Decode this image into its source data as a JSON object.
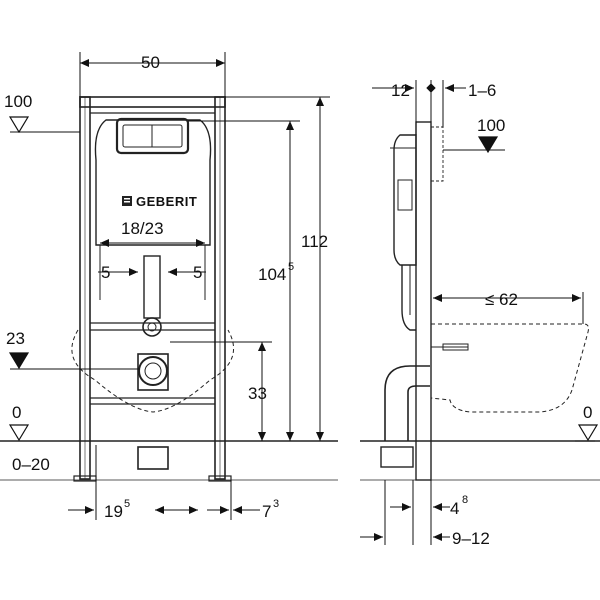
{
  "dimensions": {
    "frame_width": "50",
    "height_112": "112",
    "height_104": "104",
    "height_104_sup": "5",
    "flush_spacing": "18/23",
    "offset_left": "5",
    "offset_right": "5",
    "drain_height": "33",
    "bottom_left": "19",
    "bottom_left_sup": "5",
    "bottom_right": "7",
    "bottom_right_sup": "3",
    "side_top_a": "12",
    "side_top_b": "1–6",
    "side_bowl": "≤ 62",
    "side_bottom_a": "4",
    "side_bottom_a_sup": "8",
    "side_bottom_b": "9–12"
  },
  "levels": {
    "left_top": "100",
    "left_mid": "23",
    "left_floor": "0",
    "left_range": "0–20",
    "right_top": "100",
    "right_floor": "0"
  },
  "brand": "GEBERIT"
}
